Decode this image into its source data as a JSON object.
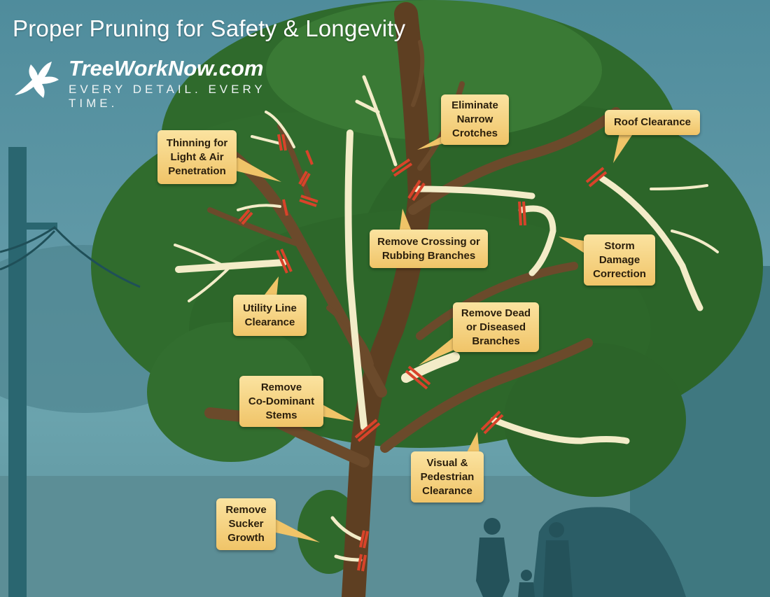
{
  "title": "Proper Pruning for Safety & Longevity",
  "brand": {
    "name": "TreeWorkNow.com",
    "tagline": "EVERY DETAIL. EVERY TIME."
  },
  "labels": {
    "thinning": "Thinning for\nLight & Air\nPenetration",
    "crotches": "Eliminate\nNarrow\nCrotches",
    "roof": "Roof Clearance",
    "crossing": "Remove Crossing or\nRubbing Branches",
    "storm": "Storm\nDamage\nCorrection",
    "utility": "Utility Line\nClearance",
    "dead": "Remove Dead\nor Diseased\nBranches",
    "codominant": "Remove\nCo-Dominant\nStems",
    "visual": "Visual &\nPedestrian\nClearance",
    "sucker": "Remove\nSucker\nGrowth"
  },
  "colors": {
    "label": "#f0c468",
    "trunk": "#6b4a2b",
    "cut_branch": "#f3ecc8",
    "cut_mark": "#d8432a",
    "canopy": "#2f6a2c"
  }
}
